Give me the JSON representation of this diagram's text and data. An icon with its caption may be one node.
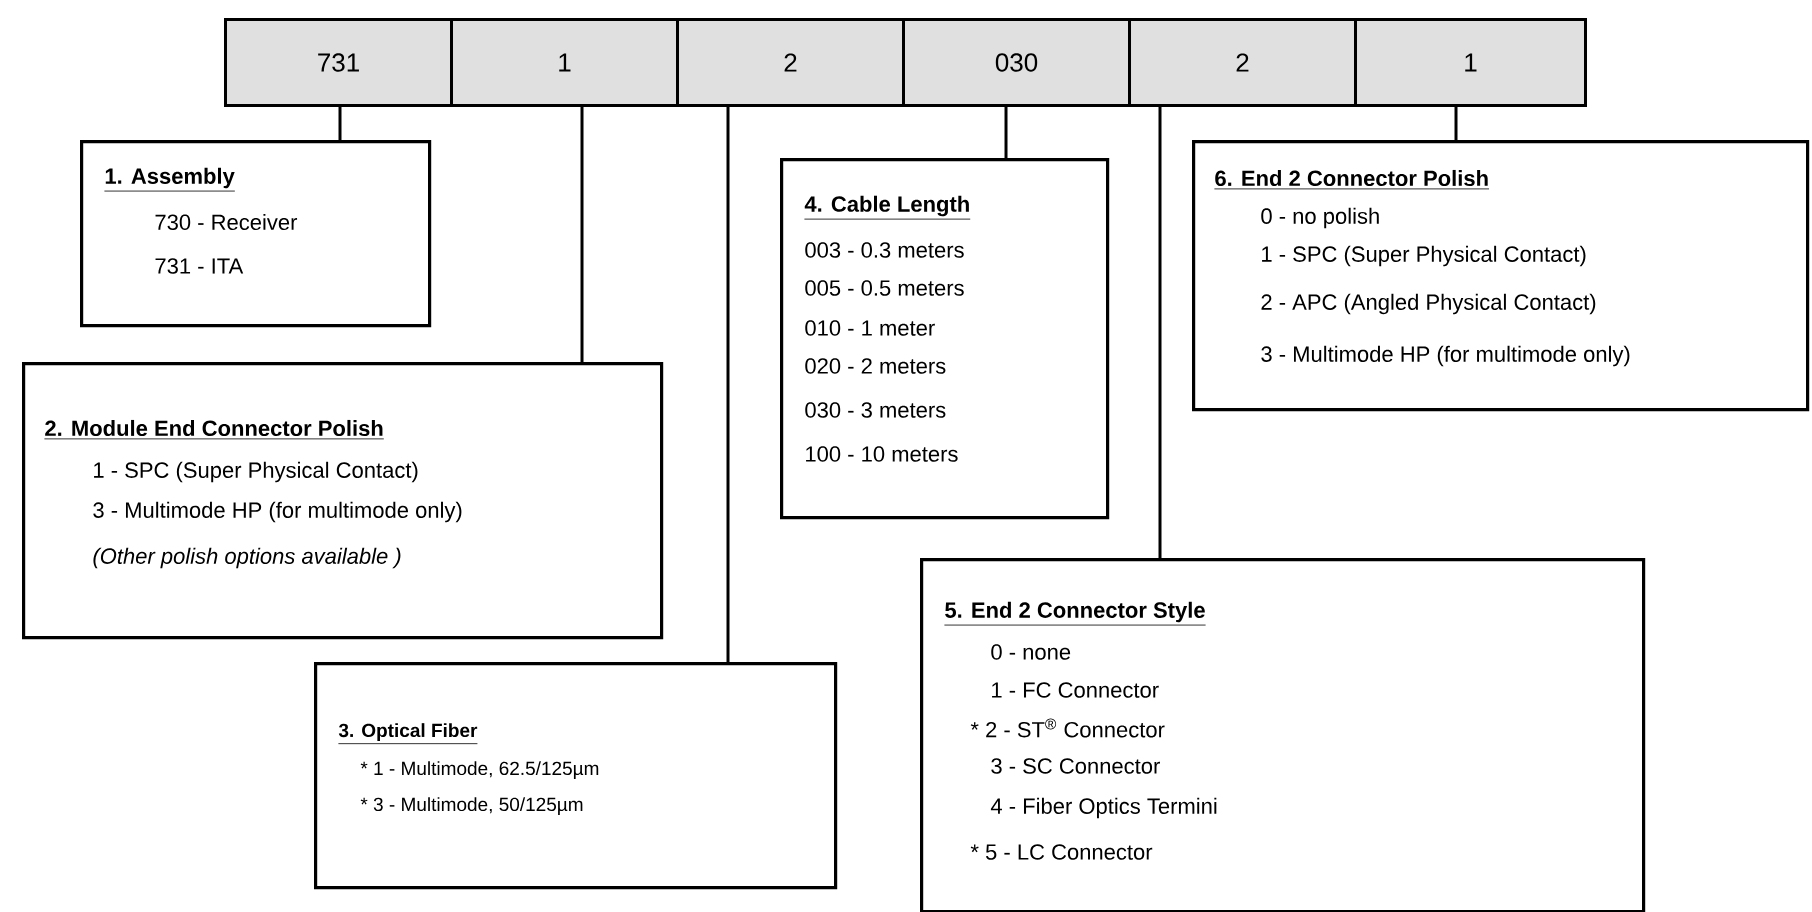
{
  "diagram": {
    "nodes": [
      {
        "text": [
          "731"
        ]
      },
      {
        "text": [
          "1"
        ]
      },
      {
        "text": [
          "2"
        ]
      },
      {
        "text": [
          "030"
        ]
      },
      {
        "text": [
          "2"
        ]
      },
      {
        "text": [
          "1"
        ]
      },
      {
        "text": [
          "1.  Assembly",
          "730 - Receiver",
          "731 - ITA"
        ]
      },
      {
        "text": [
          "2.  Module End Connector Polish",
          "1 - SPC (Super Physical Contact)",
          "3 - Multimode HP (for multimode only)",
          "(Other polish options available )"
        ]
      },
      {
        "text": [
          "3.   Optical Fiber",
          "*  1 - Multimode, 62.5/125µm",
          "*  3 - Multimode, 50/125µm"
        ]
      },
      {
        "text": [
          "4.   Cable Length",
          "003 - 0.3 meters",
          "005 - 0.5 meters",
          "010 - 1 meter",
          "020 - 2 meters",
          "030 - 3 meters",
          "100 - 10 meters"
        ]
      },
      {
        "text": [
          "5.  End 2 Connector Style",
          "0 - none",
          "1 - FC Connector",
          "* 2 - ST$^{®}$ Connector",
          "3 - SC Connector",
          "4 - Fiber Optics Termini",
          "* 5 - LC Connector"
        ]
      },
      {
        "text": [
          "6.  End 2 Connector Polish",
          "0 - no polish",
          "1 - SPC (Super Physical Contact)",
          "2 - APC (Angled Physical Contact)",
          "3 - Multimode HP (for multimode only)"
        ]
      }
    ],
    "edges": [
      {
        "from": 0,
        "to": 6,
        "arrow": "none"
      },
      {
        "from": 1,
        "to": 7,
        "arrow": "none"
      },
      {
        "from": 2,
        "to": 8,
        "arrow": "none"
      },
      {
        "from": 3,
        "to": 9,
        "arrow": "none"
      },
      {
        "from": 4,
        "to": 10,
        "arrow": "none"
      },
      {
        "from": 5,
        "to": 11,
        "arrow": "none"
      }
    ]
  }
}
